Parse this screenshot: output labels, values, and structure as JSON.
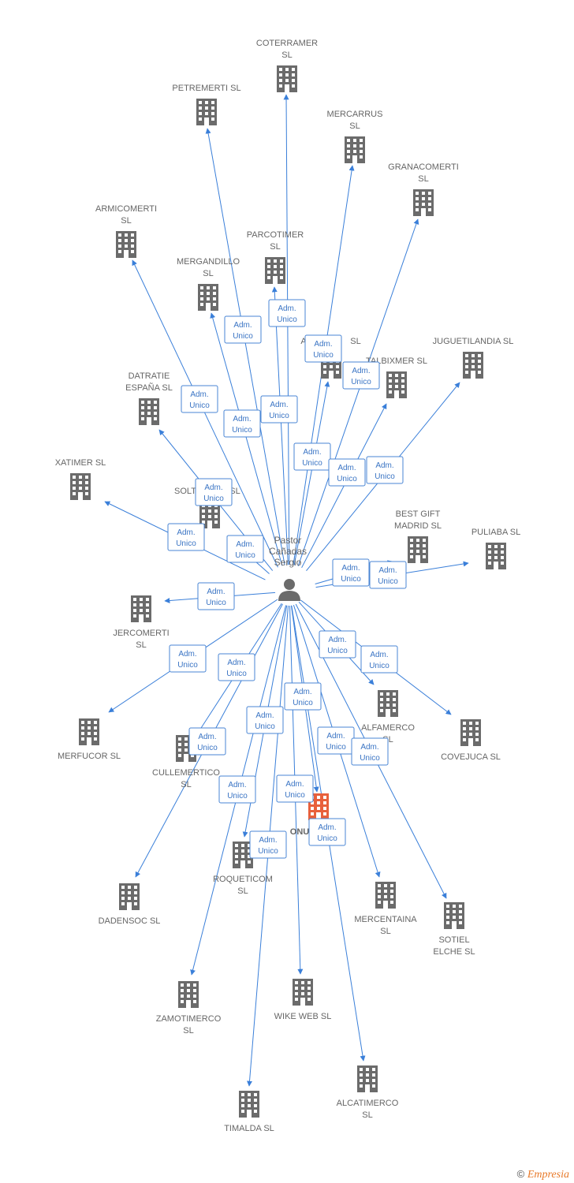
{
  "center": {
    "name_lines": [
      "Pastor",
      "Cañadas",
      "Sergio"
    ]
  },
  "edge_label_lines": [
    "Adm.",
    "Unico"
  ],
  "colors": {
    "edge": "#3a7fd9",
    "building": "#6b6b6b",
    "highlight": "#e8603c"
  },
  "companies": [
    {
      "id": "coterramer",
      "lines": [
        "COTERRAMER",
        "SL"
      ],
      "highlight": false
    },
    {
      "id": "petremerti",
      "lines": [
        "PETREMERTI SL"
      ],
      "highlight": false
    },
    {
      "id": "mercarrus",
      "lines": [
        "MERCARRUS",
        "SL"
      ],
      "highlight": false
    },
    {
      "id": "granacomerti",
      "lines": [
        "GRANACOMERTI",
        "SL"
      ],
      "highlight": false
    },
    {
      "id": "armicomerti",
      "lines": [
        "ARMICOMERTI",
        "SL"
      ],
      "highlight": false
    },
    {
      "id": "parcotimer",
      "lines": [
        "PARCOTIMER",
        "SL"
      ],
      "highlight": false
    },
    {
      "id": "mergandillo",
      "lines": [
        "MERGANDILLO",
        "SL"
      ],
      "highlight": false
    },
    {
      "id": "ad-sl",
      "lines": [
        "AD",
        "SL"
      ],
      "highlight": false
    },
    {
      "id": "talbixmer",
      "lines": [
        "TALBIXMER SL"
      ],
      "highlight": false
    },
    {
      "id": "juguetilandia",
      "lines": [
        "JUGUETILANDIA SL"
      ],
      "highlight": false
    },
    {
      "id": "datratie",
      "lines": [
        "DATRATIE",
        "ESPAÑA SL"
      ],
      "highlight": false
    },
    {
      "id": "xatimer",
      "lines": [
        "XATIMER SL"
      ],
      "highlight": false
    },
    {
      "id": "solt",
      "lines": [
        "SOLT",
        "SL"
      ],
      "highlight": false
    },
    {
      "id": "best-gift",
      "lines": [
        "BEST GIFT",
        "MADRID SL"
      ],
      "highlight": false
    },
    {
      "id": "puliaba",
      "lines": [
        "PULIABA SL"
      ],
      "highlight": false
    },
    {
      "id": "jercomerti",
      "lines": [
        "JERCOMERTI",
        "SL"
      ],
      "highlight": false
    },
    {
      "id": "merfucor",
      "lines": [
        "MERFUCOR SL"
      ],
      "highlight": false
    },
    {
      "id": "cullemertico",
      "lines": [
        "CULLEMERTICO",
        "SL"
      ],
      "highlight": false
    },
    {
      "id": "alfamerco",
      "lines": [
        "ALFAMERCO",
        "SL"
      ],
      "highlight": false
    },
    {
      "id": "covejuca",
      "lines": [
        "COVEJUCA SL"
      ],
      "highlight": false
    },
    {
      "id": "onu",
      "lines": [
        "ONU",
        "SL"
      ],
      "highlight": true
    },
    {
      "id": "roqueticom",
      "lines": [
        "ROQUETICOM",
        "SL"
      ],
      "highlight": false
    },
    {
      "id": "dadensoc",
      "lines": [
        "DADENSOC SL"
      ],
      "highlight": false
    },
    {
      "id": "mercentaina",
      "lines": [
        "MERCENTAINA",
        "SL"
      ],
      "highlight": false
    },
    {
      "id": "sotiel",
      "lines": [
        "SOTIEL",
        "ELCHE SL"
      ],
      "highlight": false
    },
    {
      "id": "zamotimerco",
      "lines": [
        "ZAMOTIMERCO",
        "SL"
      ],
      "highlight": false
    },
    {
      "id": "wike-web",
      "lines": [
        "WIKE WEB SL"
      ],
      "highlight": false
    },
    {
      "id": "alcatimerco",
      "lines": [
        "ALCATIMERCO",
        "SL"
      ],
      "highlight": false
    },
    {
      "id": "timalda",
      "lines": [
        "TIMALDA SL"
      ],
      "highlight": false
    }
  ],
  "footer": {
    "copyright": "©",
    "brand": "Empresia"
  }
}
